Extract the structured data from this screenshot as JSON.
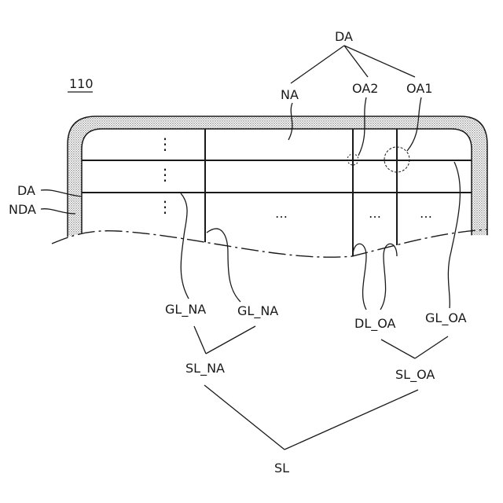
{
  "figure_ref": "110",
  "labels": {
    "da_top": "DA",
    "na_top": "NA",
    "oa2": "OA2",
    "oa1": "OA1",
    "da_side": "DA",
    "nda_side": "NDA",
    "gl_na_left": "GL_NA",
    "gl_na_right": "GL_NA",
    "dl_oa": "DL_OA",
    "gl_oa": "GL_OA",
    "sl_na": "SL_NA",
    "sl_oa": "SL_OA",
    "sl": "SL"
  },
  "ellipsis": {
    "horizontal": "…",
    "vertical": "⋮"
  }
}
